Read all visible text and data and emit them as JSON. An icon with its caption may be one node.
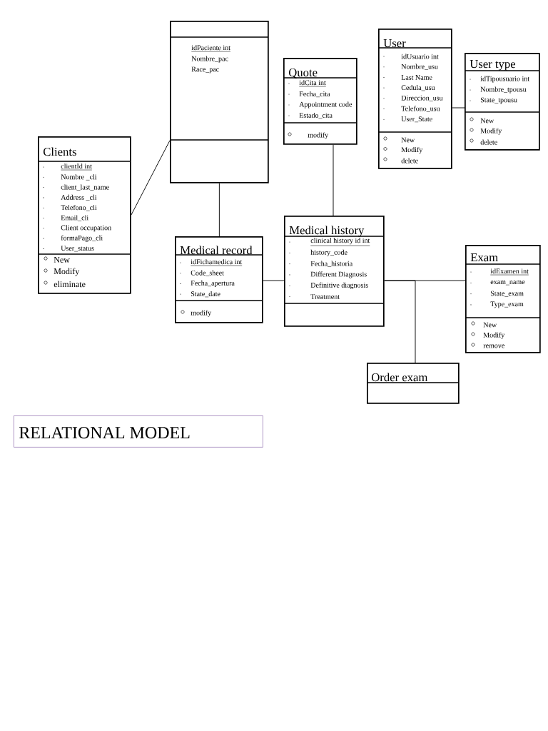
{
  "diagram": {
    "nodes": [
      {
        "text": [
          "idPaciente int",
          "Nombre_pac",
          "Race_pac"
        ]
      },
      {
        "text": [
          "Clients",
          "clientId int",
          "Nombre _cli",
          "client_last_name",
          "Address _cli",
          "Telefono_cli",
          "Email_cli",
          "Client occupation",
          "formaPago_cli",
          "User_status",
          "New",
          "Modify",
          "eliminate"
        ]
      },
      {
        "text": [
          "Medical record",
          "idFichamedica int",
          "Code_sheet",
          "Fecha_apertura",
          "State_date",
          "modify"
        ]
      },
      {
        "text": [
          "Quote",
          "idCita int",
          "Fecha_cita",
          "Appointment code",
          "Estado_cita",
          "modify"
        ]
      },
      {
        "text": [
          "Medical history",
          "clinical history id int",
          "history_code",
          "Fecha_historia",
          "Different Diagnosis",
          "Definitive diagnosis",
          "Treatment"
        ]
      },
      {
        "text": [
          "User",
          "idUsuario int",
          "Nombre_usu",
          "Last Name",
          "Cedula_usu",
          "Direccion_usu",
          "Telefono_usu",
          "User_State",
          "New",
          "Modify",
          "delete"
        ]
      },
      {
        "text": [
          "User type",
          "idTipousuario int",
          "Nombre_tpousu",
          "State_tpousu",
          "New",
          "Modify",
          "delete"
        ]
      },
      {
        "text": [
          "Exam",
          "idExamen int",
          "exam_name",
          "State_exam",
          "Type_exam",
          "New",
          "Modify",
          "remove"
        ]
      },
      {
        "text": [
          "Order exam"
        ]
      },
      {
        "text": [
          "RELATIONAL MODEL"
        ]
      }
    ],
    "edges": [
      {
        "from": 1,
        "to": 0,
        "arrow": "none"
      },
      {
        "from": 0,
        "to": 2,
        "arrow": "none"
      },
      {
        "from": 2,
        "to": 4,
        "arrow": "none"
      },
      {
        "from": 3,
        "to": 4,
        "arrow": "none"
      },
      {
        "from": 5,
        "to": 6,
        "arrow": "none"
      },
      {
        "from": 4,
        "to": 7,
        "arrow": "none"
      },
      {
        "from": 4,
        "to": 8,
        "arrow": "none"
      }
    ]
  }
}
